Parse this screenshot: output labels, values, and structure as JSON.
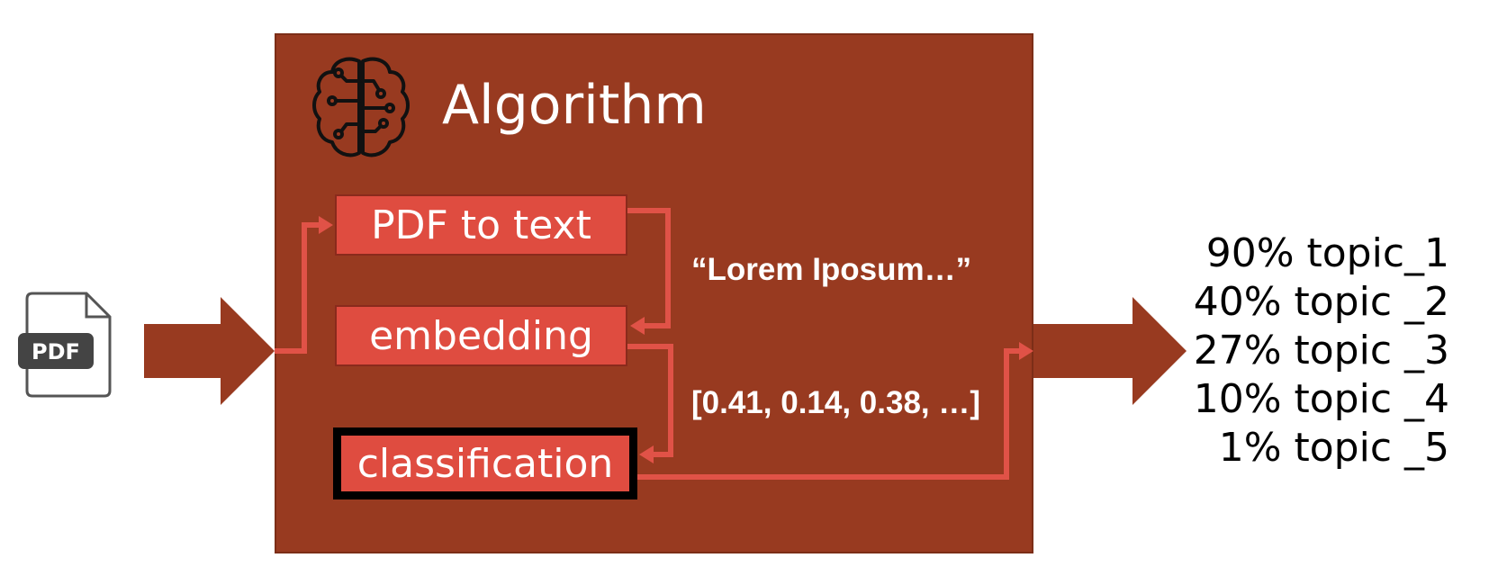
{
  "diagram": {
    "input_icon": {
      "label": "PDF",
      "icon": "pdf-file-icon"
    },
    "algorithm": {
      "title": "Algorithm",
      "icon": "brain-circuit-icon",
      "steps": [
        {
          "label": "PDF to text"
        },
        {
          "label": "embedding"
        },
        {
          "label": "classification"
        }
      ],
      "intermediate_outputs": {
        "text_sample": "“Lorem Iposum…”",
        "embedding_sample": "[0.41, 0.14, 0.38, …]"
      }
    },
    "results": [
      "90% topic_1",
      "40% topic _2",
      "27% topic _3",
      "10% topic _4",
      "1% topic _5"
    ],
    "colors": {
      "algorithm_box": "#983a20",
      "step_box": "#df4c40",
      "connector": "#e05247",
      "big_arrow": "#983a20"
    }
  }
}
